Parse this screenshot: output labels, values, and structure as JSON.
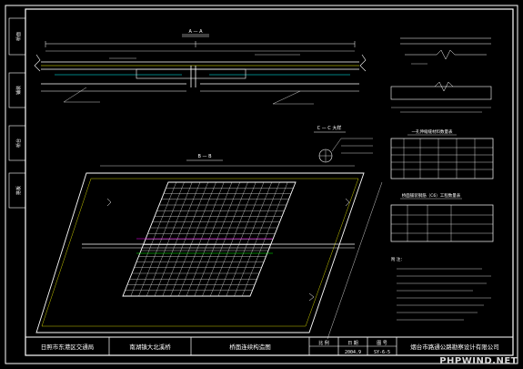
{
  "drawing": {
    "section_a": "A — A",
    "section_b": "B — B",
    "section_c": "C — C 大样",
    "table1_title": "一孔伸缩缝材料数量表",
    "table2_title": "桥面铺装钢筋（C6）工程数量表",
    "notes_title": "附 注：",
    "side_labels": [
      "桥面",
      "铺装",
      "桥台",
      "搭板"
    ]
  },
  "title_block": {
    "owner": "日照市东港区交通局",
    "project": "南湖镇大北溪桥",
    "drawing_name": "桥面连续构造图",
    "scale_label": "比 例",
    "date_label": "日 期",
    "date_value": "2004.9",
    "no_label": "图 号",
    "no_value": "SY-6-5",
    "designer": "烟台市路通公路勘察设计有限公司"
  },
  "watermark": "PHPWIND.NET",
  "colors": {
    "background": "#000000",
    "lines": "#ffffff",
    "yellow": "#ffff00",
    "cyan": "#00ffff",
    "green": "#00ff00",
    "magenta": "#ff00ff"
  }
}
